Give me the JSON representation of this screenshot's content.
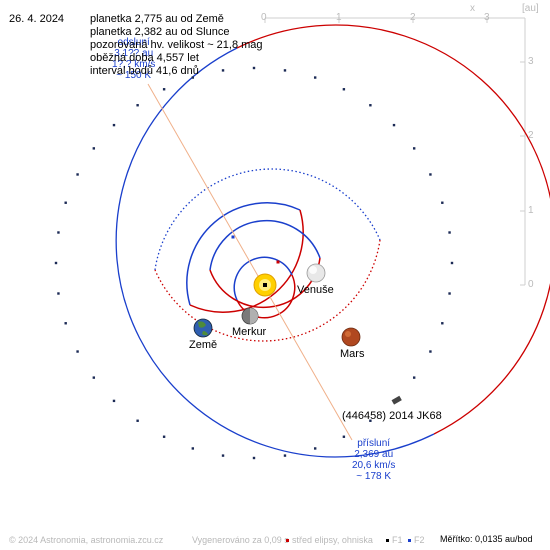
{
  "header": {
    "date": "26. 4. 2024",
    "info_lines": [
      "planetka 2,775 au od Země",
      "planetka 2,382 au od Slunce",
      "pozorovaná hv. velikost ~ 21,8 mag",
      "oběžná doba 4,557 let",
      "interval bodů 41,6 dnů"
    ],
    "overlap_annotation": [
      "odsluní",
      "3,1?? au",
      "1?,? km/s",
      "~ 150 K"
    ]
  },
  "axes": {
    "x_ticks": [
      "0",
      "1",
      "2",
      "3"
    ],
    "y_ticks": [
      "3",
      "2",
      "1",
      "0"
    ],
    "x_letter": "x",
    "unit": "[au]"
  },
  "bodies": {
    "venus": "Venuše",
    "earth": "Země",
    "mercury": "Merkur",
    "mars": "Mars",
    "asteroid": "(446458) 2014 JK68"
  },
  "perihelion": [
    "přísluní",
    "2,369 au",
    "20,6 km/s",
    "~ 178 K"
  ],
  "footer": {
    "copyright": "© 2024 Astronomia, astronomia.zcu.cz",
    "generated": "Vygenerováno za 0,09 s",
    "legend_center": "střed elipsy, ohniska",
    "f1": "F1",
    "f2": "F2",
    "scale": "Měřítko: 0,0135 au/bod"
  },
  "colors": {
    "perihelion_arc": "#cc0000",
    "aphelion_arc": "#1a3fcc",
    "sun": "#ffd000",
    "mars": "#b04820",
    "link_line": "#f0b08a"
  }
}
